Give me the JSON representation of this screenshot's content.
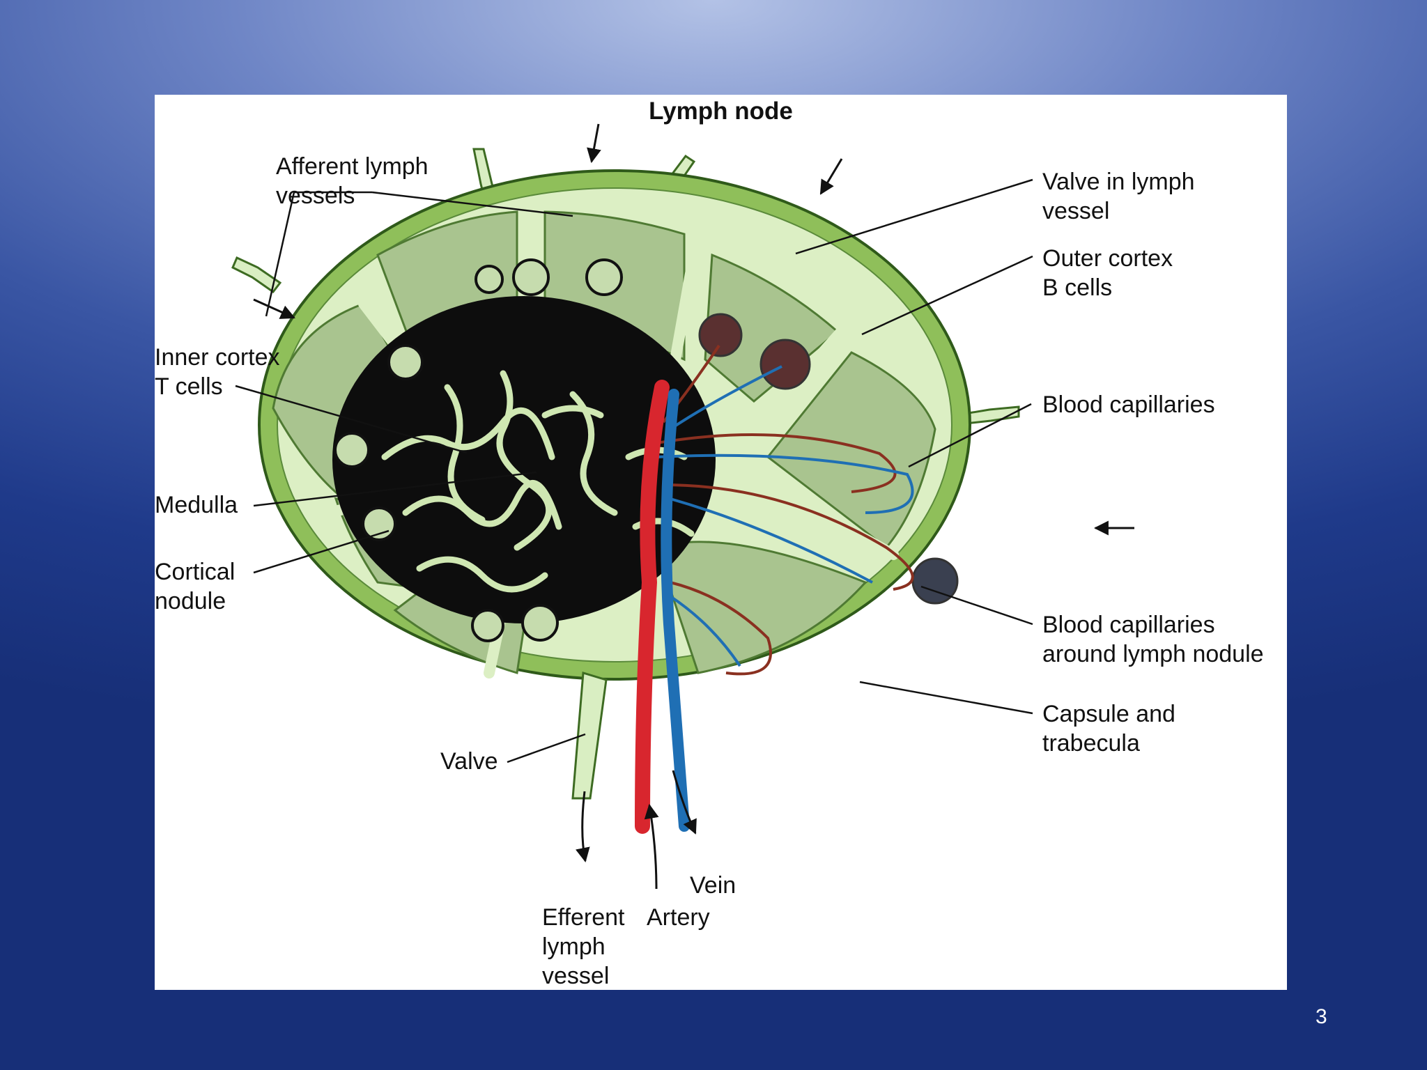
{
  "figure": {
    "title": "Lymph node",
    "labels": {
      "afferent": "Afferent lymph\nvessels",
      "valve_in_lymph": "Valve in lymph\nvessel",
      "outer_cortex": "Outer cortex\nB cells",
      "inner_cortex": "Inner cortex\nT cells",
      "blood_capillaries": "Blood capillaries",
      "medulla": "Medulla",
      "cortical_nodule": "Cortical\nnodule",
      "blood_capillaries_nodule": "Blood capillaries\naround lymph nodule",
      "capsule": "Capsule and\ntrabecula",
      "valve": "Valve",
      "vein": "Vein",
      "efferent": "Efferent\nlymph\nvessel",
      "artery": "Artery"
    }
  },
  "colors": {
    "capsule": "#8fbf5a",
    "cortex": "#a9c48f",
    "sinus": "#dcefc4",
    "medulla": "#0d0d0d",
    "artery": "#d8262e",
    "vein": "#1f6fb4"
  },
  "slide": {
    "page_number": "3"
  }
}
